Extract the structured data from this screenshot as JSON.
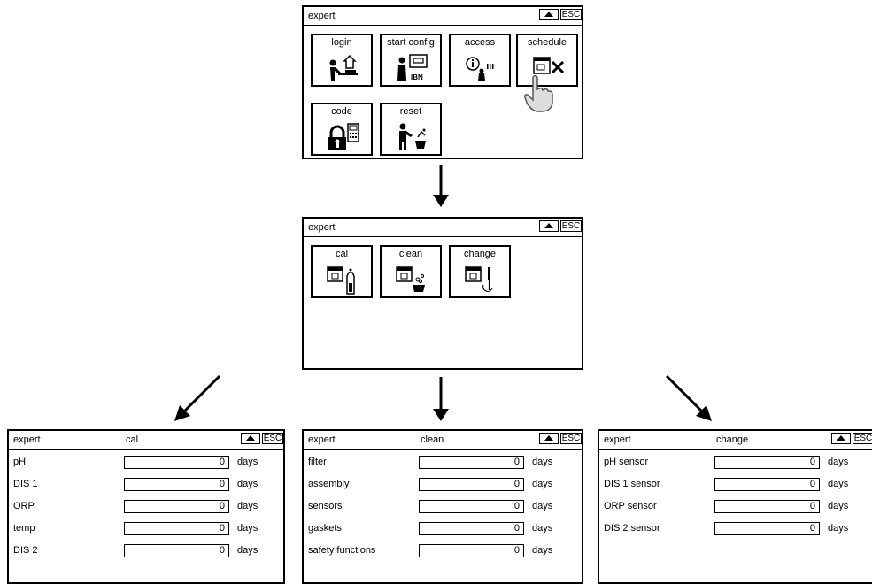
{
  "screen1": {
    "title": "expert",
    "esc": "ESC",
    "tiles": [
      {
        "label": "login",
        "icon": "login-icon"
      },
      {
        "label": "start config",
        "icon": "start-config-icon"
      },
      {
        "label": "access",
        "icon": "access-icon"
      },
      {
        "label": "schedule",
        "icon": "schedule-icon"
      },
      {
        "label": "code",
        "icon": "code-icon"
      },
      {
        "label": "reset",
        "icon": "reset-icon"
      }
    ],
    "ibn_text": "IBN",
    "pointer": "hand-pointer-icon"
  },
  "screen2": {
    "title": "expert",
    "esc": "ESC",
    "tiles": [
      {
        "label": "cal",
        "icon": "calendar-bottle-icon"
      },
      {
        "label": "clean",
        "icon": "calendar-clean-icon"
      },
      {
        "label": "change",
        "icon": "calendar-change-icon"
      }
    ]
  },
  "panels": [
    {
      "title": "expert",
      "subtitle": "cal",
      "esc": "ESC",
      "rows": [
        {
          "name": "pH",
          "value": "0",
          "unit": "days"
        },
        {
          "name": "DIS 1",
          "value": "0",
          "unit": "days"
        },
        {
          "name": "ORP",
          "value": "0",
          "unit": "days"
        },
        {
          "name": "temp",
          "value": "0",
          "unit": "days"
        },
        {
          "name": "DIS 2",
          "value": "0",
          "unit": "days"
        }
      ]
    },
    {
      "title": "expert",
      "subtitle": "clean",
      "esc": "ESC",
      "rows": [
        {
          "name": "filter",
          "value": "0",
          "unit": "days"
        },
        {
          "name": "assembly",
          "value": "0",
          "unit": "days"
        },
        {
          "name": "sensors",
          "value": "0",
          "unit": "days"
        },
        {
          "name": "gaskets",
          "value": "0",
          "unit": "days"
        },
        {
          "name": "safety functions",
          "value": "0",
          "unit": "days"
        }
      ]
    },
    {
      "title": "expert",
      "subtitle": "change",
      "esc": "ESC",
      "rows": [
        {
          "name": "pH sensor",
          "value": "0",
          "unit": "days"
        },
        {
          "name": "DIS 1 sensor",
          "value": "0",
          "unit": "days"
        },
        {
          "name": "ORP sensor",
          "value": "0",
          "unit": "days"
        },
        {
          "name": "DIS 2 sensor",
          "value": "0",
          "unit": "days"
        }
      ]
    }
  ]
}
